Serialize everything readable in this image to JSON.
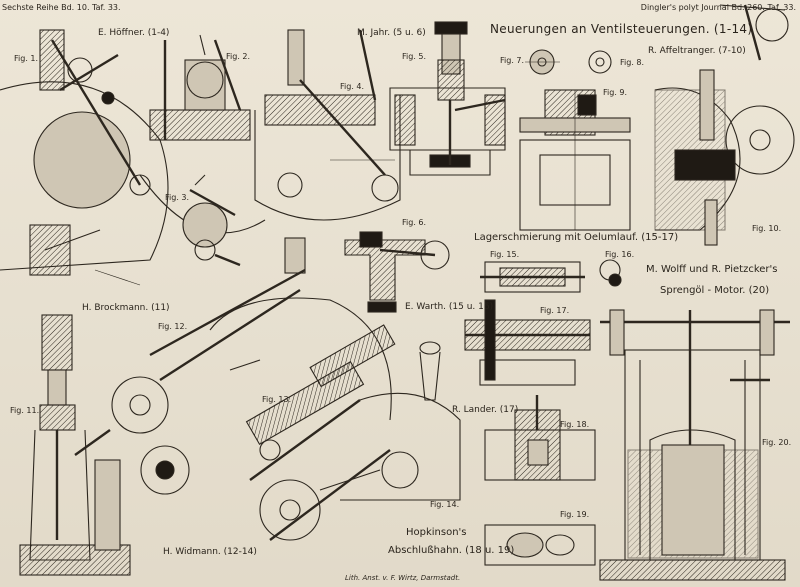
{
  "header": {
    "left": "Sechste Reihe Bd. 10. Taf. 33.",
    "right": "Dingler's polyt Journal Bd. 260. Taf. 33."
  },
  "title": "Neuerungen an Ventilsteuerungen. (1-14)",
  "captions": {
    "hoeffner": "E. Höffner. (1-4)",
    "jahr": "M. Jahr. (5 u. 6)",
    "affeltranger": "R. Affeltranger. (7-10)",
    "brockmann": "H. Brockmann. (11)",
    "warth": "E. Warth. (15 u. 16)",
    "lagerschmierung": "Lagerschmierung mit Oelumlauf. (15-17)",
    "wolff": "M. Wolff und R. Pietzcker's",
    "sprengoel": "Sprengöl - Motor. (20)",
    "lander": "R. Lander. (17)",
    "widmann": "H. Widmann. (12-14)",
    "hopkinson1": "Hopkinson's",
    "hopkinson2": "Abschlußhahn. (18 u. 19)",
    "footer": "Lith. Anst. v. F. Wirtz, Darmstadt."
  },
  "figs": {
    "f1": "Fig. 1.",
    "f2": "Fig. 2.",
    "f3": "Fig. 3.",
    "f4": "Fig. 4.",
    "f5": "Fig. 5.",
    "f6": "Fig. 6.",
    "f7": "Fig. 7.",
    "f8": "Fig. 8.",
    "f9": "Fig. 9.",
    "f10": "Fig. 10.",
    "f11": "Fig. 11.",
    "f12": "Fig. 12.",
    "f13": "Fig. 13.",
    "f14": "Fig. 14.",
    "f15": "Fig. 15.",
    "f16": "Fig. 16.",
    "f17": "Fig. 17.",
    "f18": "Fig. 18.",
    "f19": "Fig. 19.",
    "f20": "Fig. 20."
  },
  "colors": {
    "paper": "#e9e2d3",
    "ink": "#2d271f"
  }
}
